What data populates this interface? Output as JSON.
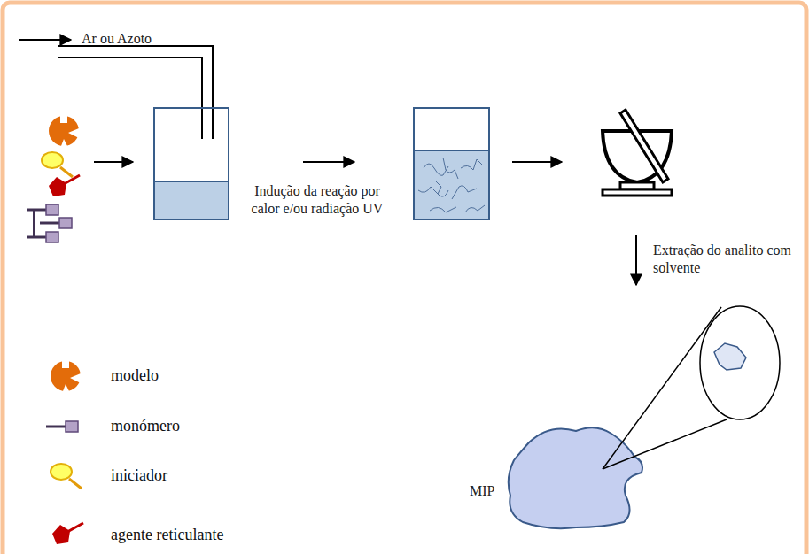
{
  "diagram": {
    "labels": [
      "Ar ou Azoto",
      "Indução da reação por calor e/ou radiação UV",
      "Extração do analito com solvente",
      "MIP"
    ],
    "legend": [
      {
        "text": "modelo"
      },
      {
        "text": "monómero"
      },
      {
        "text": "iniciador"
      },
      {
        "text": "agente reticulante"
      }
    ]
  }
}
